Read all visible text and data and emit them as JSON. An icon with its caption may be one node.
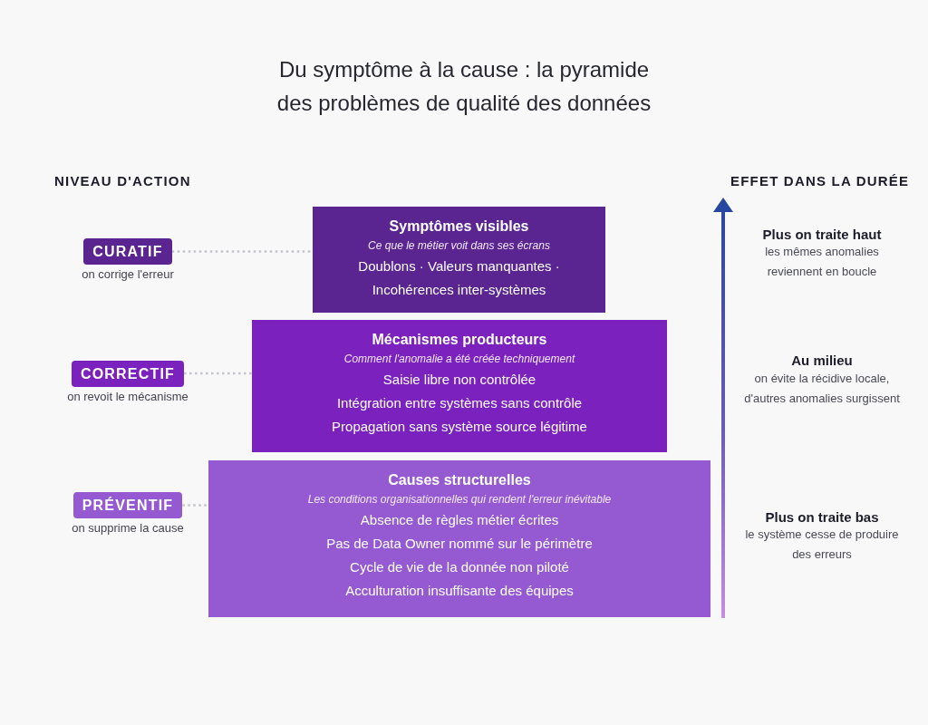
{
  "diagram": {
    "title": "Du symptôme à la cause : la pyramide des problèmes de qualité des données",
    "nodes": [
      {
        "text": [
          "CURATIF"
        ],
        "beside": [
          "on corrige l'erreur"
        ]
      },
      {
        "text": [
          "Symptômes visibles",
          "Ce que le métier voit dans ses écrans",
          "Doublons · Valeurs manquantes · Incohérences inter-systèmes"
        ]
      },
      {
        "text": [
          "CORRECTIF"
        ],
        "beside": [
          "on revoit le mécanisme"
        ]
      },
      {
        "text": [
          "Mécanismes producteurs",
          "Comment l'anomalie a été créée techniquement",
          "Saisie libre non contrôlée",
          "Intégration entre systèmes sans contrôle",
          "Propagation sans système source légitime"
        ]
      },
      {
        "text": [
          "PRÉVENTIF"
        ],
        "beside": [
          "on supprime la cause"
        ]
      },
      {
        "text": [
          "Causes structurelles",
          "Les conditions organisationnelles qui rendent l'erreur inévitable",
          "Absence de règles métier écrites",
          "Pas de Data Owner nommé sur le périmètre",
          "Cycle de vie de la donnée non piloté",
          "Acculturation insuffisante des équipes"
        ]
      }
    ],
    "edges": [
      {
        "from": 0,
        "to": 1,
        "arrow": "none",
        "style": "dashed"
      },
      {
        "from": 2,
        "to": 3,
        "arrow": "none",
        "style": "dashed"
      },
      {
        "from": 4,
        "to": 5,
        "arrow": "none",
        "style": "dashed"
      }
    ],
    "labels": [
      "NIVEAU D'ACTION",
      "EFFET DANS LA DURÉE",
      "Plus on traite haut",
      "les mêmes anomalies reviennent en boucle",
      "Au milieu",
      "on évite la récidive locale, d'autres anomalies surgissent",
      "Plus on traite bas",
      "le système cesse de produire des erreurs"
    ]
  }
}
